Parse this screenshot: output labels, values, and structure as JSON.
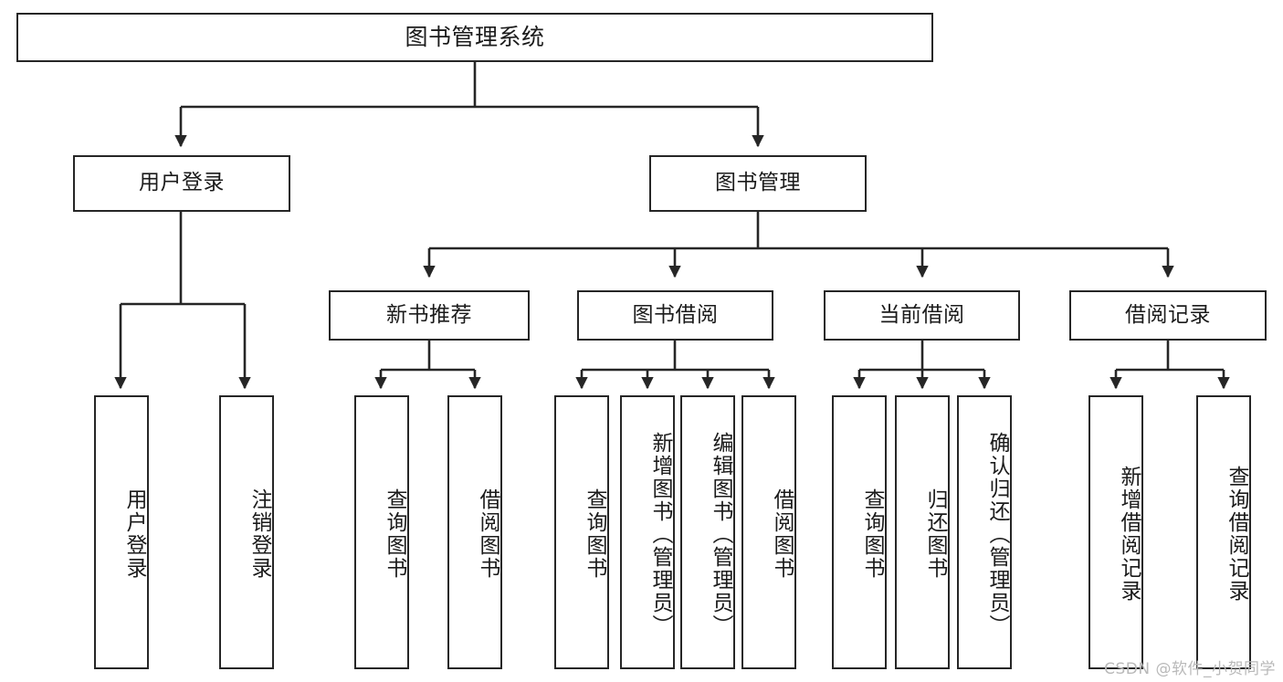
{
  "diagram": {
    "title": "图书管理系统",
    "type": "functional-structure-tree",
    "watermark": "CSDN @软件_小贺同学",
    "colors": {
      "border": "#262626",
      "background": "#ffffff",
      "text": "#1b1b1b",
      "watermark": "#b9b9b9"
    },
    "levels": {
      "root": {
        "label": "图书管理系统"
      },
      "level2": [
        {
          "id": "user-login",
          "label": "用户登录"
        },
        {
          "id": "book-management",
          "label": "图书管理"
        }
      ],
      "level3": [
        {
          "id": "new-book-recommend",
          "label": "新书推荐"
        },
        {
          "id": "book-borrow",
          "label": "图书借阅"
        },
        {
          "id": "current-borrow",
          "label": "当前借阅"
        },
        {
          "id": "borrow-record",
          "label": "借阅记录"
        }
      ],
      "leaves": {
        "user_login": [
          {
            "id": "leaf-user-login",
            "label": "用户登录"
          },
          {
            "id": "leaf-logout",
            "label": "注销登录"
          }
        ],
        "new_book_recommend": [
          {
            "id": "leaf-query-book-1",
            "label": "查询图书"
          },
          {
            "id": "leaf-borrow-book-1",
            "label": "借阅图书"
          }
        ],
        "book_borrow": [
          {
            "id": "leaf-query-book-2",
            "label": "查询图书"
          },
          {
            "id": "leaf-add-book",
            "label": "新增图书（管理员）"
          },
          {
            "id": "leaf-edit-book",
            "label": "编辑图书（管理员）"
          },
          {
            "id": "leaf-borrow-book-2",
            "label": "借阅图书"
          }
        ],
        "current_borrow": [
          {
            "id": "leaf-query-book-3",
            "label": "查询图书"
          },
          {
            "id": "leaf-return-book",
            "label": "归还图书"
          },
          {
            "id": "leaf-confirm-return",
            "label": "确认归还（管理员）"
          }
        ],
        "borrow_record": [
          {
            "id": "leaf-add-record",
            "label": "新增借阅记录"
          },
          {
            "id": "leaf-query-record",
            "label": "查询借阅记录"
          }
        ]
      }
    }
  }
}
